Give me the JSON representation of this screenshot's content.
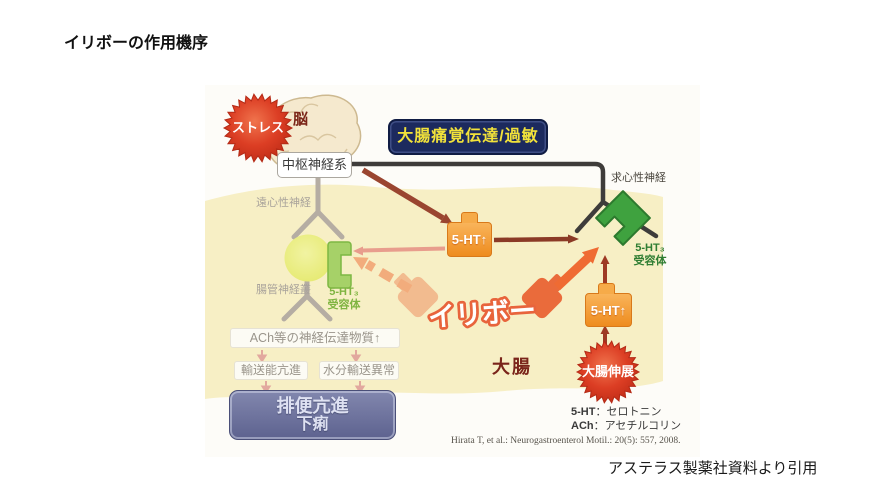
{
  "page": {
    "title": "イリボーの作用機序",
    "attribution": "アステラス製薬社資料より引用"
  },
  "diagram": {
    "stress": "ストレス",
    "brain": "脳",
    "pain_banner": "大腸痛覚伝達/過敏",
    "cns": "中枢神経系",
    "afferent_nerve": "求心性神経",
    "efferent_nerve": "遠心性神経",
    "enteric_plexus": "腸管神経叢",
    "ht3_line1": "5-HT₃",
    "ht3_line2": "受容体",
    "ht_up": "5-HT↑",
    "drug": "イリボー",
    "ach_note": "ACh等の神経伝達物質↑",
    "transport": "輸送能亢進",
    "water": "水分輸送異常",
    "defecation_line1": "排便亢進",
    "defecation_line2": "下痢",
    "colon": "大腸",
    "distension": "大腸伸展",
    "legend": {
      "term1": "5-HT",
      "def1": "：セロトニン",
      "term2": "ACh",
      "def2": "：アセチルコリン"
    },
    "citation": "Hirata T, et al.: Neurogastroenterol Motil.: 20(5): 557, 2008.",
    "colors": {
      "burst_red": "#D93A20",
      "banner_navy": "#1C2A5E",
      "banner_yellow": "#F2E23A",
      "orange_box": "#F19A35",
      "green_receptor": "#3FA23F",
      "light_green_receptor": "#A6D168",
      "drug_orange": "#EA6B3B",
      "defecation_slate": "#6A6F97",
      "cream_band": "#F7EFC5"
    }
  }
}
